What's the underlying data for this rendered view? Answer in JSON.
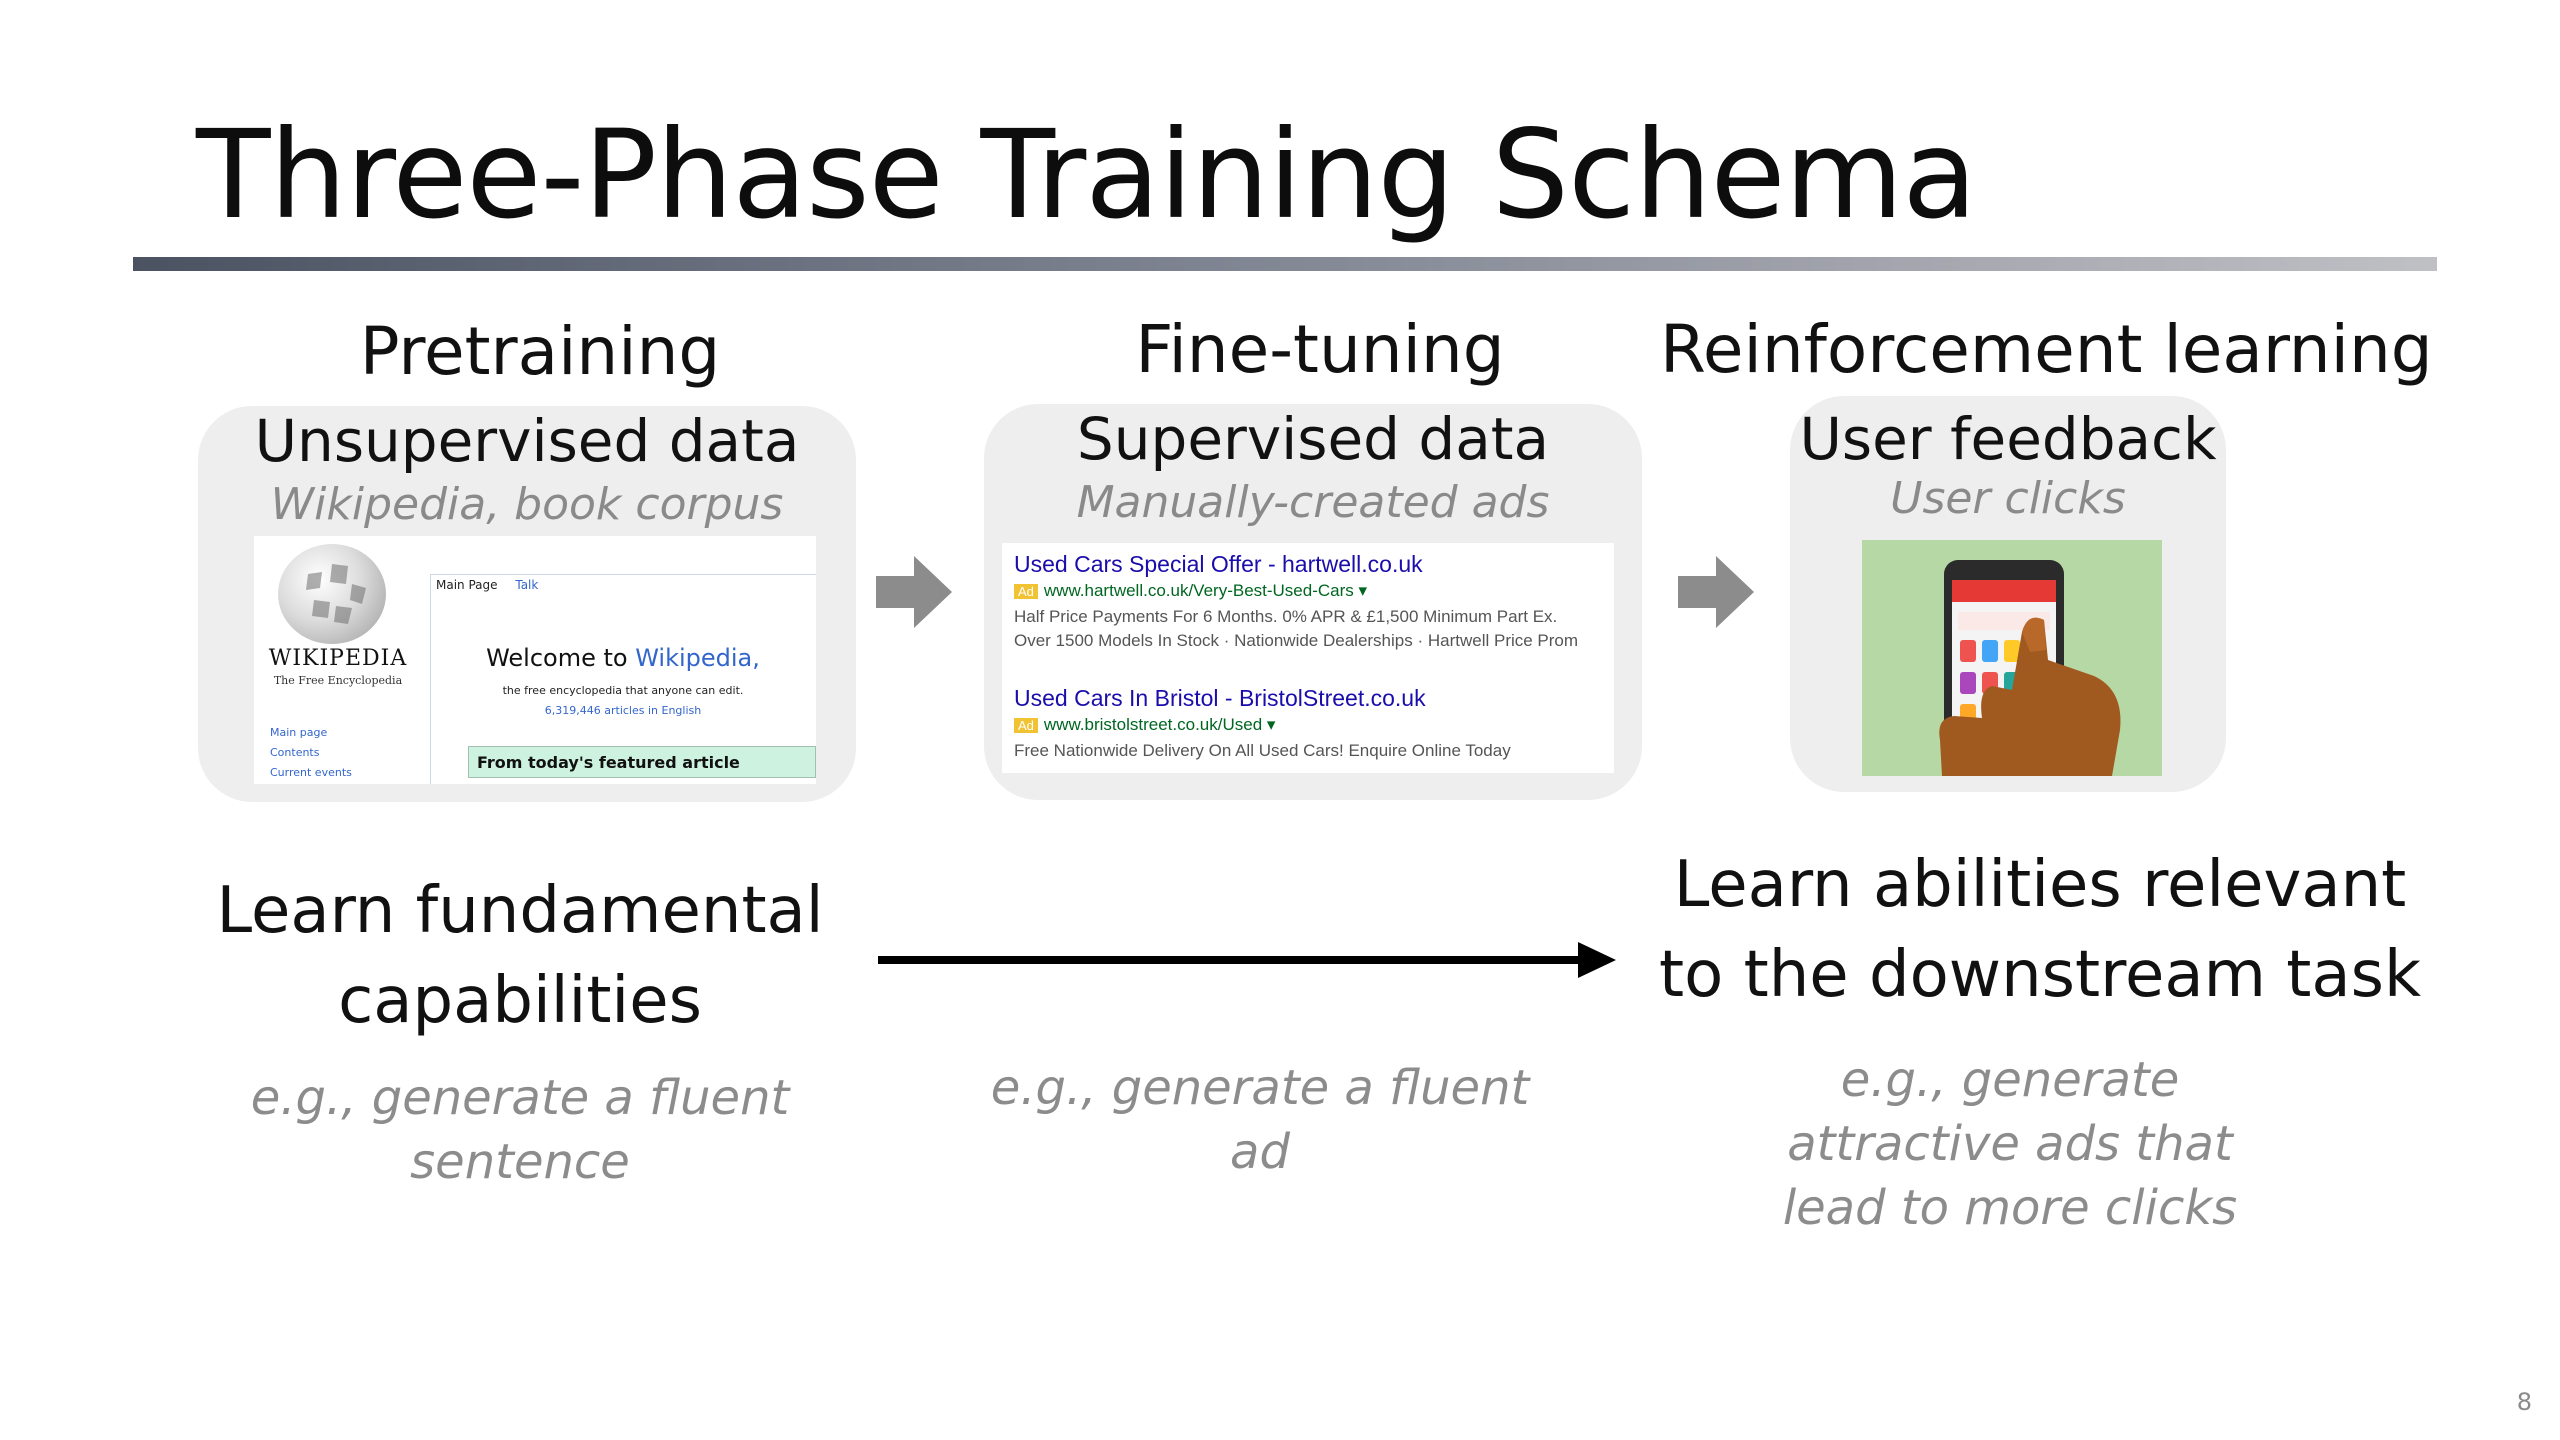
{
  "slide": {
    "title": "Three-Phase Training Schema",
    "page_number": "8"
  },
  "phases": [
    {
      "heading": "Pretraining",
      "panel_title": "Unsupervised data",
      "panel_subtitle": "Wikipedia, book corpus",
      "outcome": "Learn fundamental capabilities",
      "example": "e.g., generate a fluent sentence"
    },
    {
      "heading": "Fine-tuning",
      "panel_title": "Supervised data",
      "panel_subtitle": "Manually-created ads",
      "example": "e.g., generate a fluent ad"
    },
    {
      "heading": "Reinforcement learning",
      "panel_title": "User feedback",
      "panel_subtitle": "User clicks",
      "outcome": "Learn abilities relevant to the downstream task",
      "example": "e.g., generate attractive ads that lead to more clicks"
    }
  ],
  "wikipedia": {
    "wordmark": "WIKIPEDIA",
    "tagline": "The Free Encyclopedia",
    "nav": [
      "Main page",
      "Contents",
      "Current events"
    ],
    "tabs": [
      "Main Page",
      "Talk"
    ],
    "welcome_prefix": "Welcome to ",
    "welcome_link": "Wikipedia,",
    "line1": "the free encyclopedia that anyone can edit.",
    "line2": "6,319,446 articles in English",
    "featured": "From today's featured article"
  },
  "ads": [
    {
      "title": "Used Cars Special Offer - hartwell.co.uk",
      "badge": "Ad",
      "url": "www.hartwell.co.uk/Very-Best-Used-Cars ▾",
      "desc1": "Half Price Payments For 6 Months. 0% APR & £1,500 Minimum Part Ex.",
      "desc2": "Over 1500 Models In Stock · Nationwide Dealerships · Hartwell Price Prom"
    },
    {
      "title": "Used Cars In Bristol - BristolStreet.co.uk",
      "badge": "Ad",
      "url": "www.bristolstreet.co.uk/Used ▾",
      "desc1": "Free Nationwide Delivery On All Used Cars! Enquire Online Today"
    }
  ],
  "colors": {
    "panel_bg": "#eeeeee",
    "arrow_gray": "#8c8c8c",
    "muted_text": "#8c8c8c",
    "link_blue": "#1a0dab",
    "ad_url_green": "#006621"
  },
  "icons": {
    "phase_arrow": "right-arrow-icon",
    "progress_arrow": "long-right-arrow-icon",
    "wiki_logo": "wikipedia-globe-icon",
    "phone_image": "phone-tap-image"
  }
}
